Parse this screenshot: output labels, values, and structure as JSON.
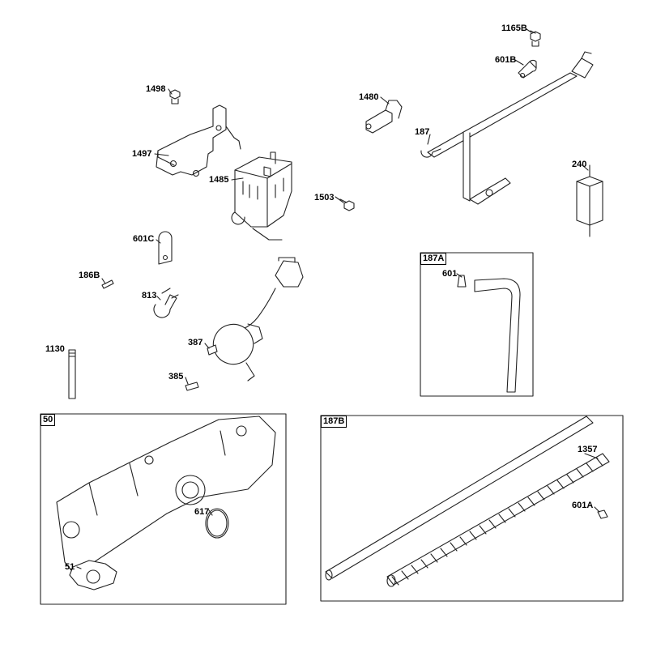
{
  "part_labels": {
    "p1165b": "1165B",
    "p601b": "601B",
    "p1498": "1498",
    "p1480": "1480",
    "p187": "187",
    "p1497": "1497",
    "p1485": "1485",
    "p1503": "1503",
    "p240": "240",
    "p601c": "601C",
    "p186b": "186B",
    "p813": "813",
    "p387": "387",
    "p1130": "1130",
    "p385": "385",
    "p601": "601",
    "p617": "617",
    "p51": "51",
    "p1357": "1357",
    "p601a": "601A"
  },
  "inset_boxes": {
    "box187a": "187A",
    "box50": "50",
    "box187b": "187B"
  }
}
